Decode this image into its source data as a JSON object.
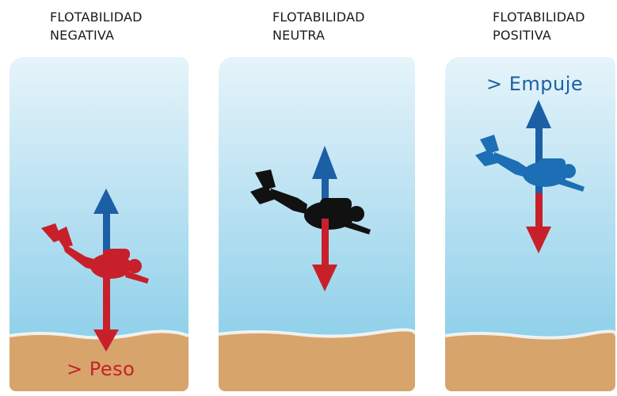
{
  "panels": [
    {
      "title_line1": "FLOTABILIDAD",
      "title_line2": "NEGATIVA",
      "label": "> Peso",
      "label_color": "#c8202a"
    },
    {
      "title_line1": "FLOTABILIDAD",
      "title_line2": "NEUTRA",
      "label": "",
      "label_color": "#1d5fa5"
    },
    {
      "title_line1": "FLOTABILIDAD",
      "title_line2": "POSITIVA",
      "label": "> Empuje",
      "label_color": "#1d5fa5"
    }
  ],
  "colors": {
    "water_top": "#e6f4fa",
    "water_bottom": "#8fd0ea",
    "sand": "#d7a46c",
    "up_arrow": "#1d5fa5",
    "down_arrow": "#c8202a",
    "diver_negative": "#c8202a",
    "diver_neutral": "#111111",
    "diver_positive": "#1d6fb5"
  }
}
